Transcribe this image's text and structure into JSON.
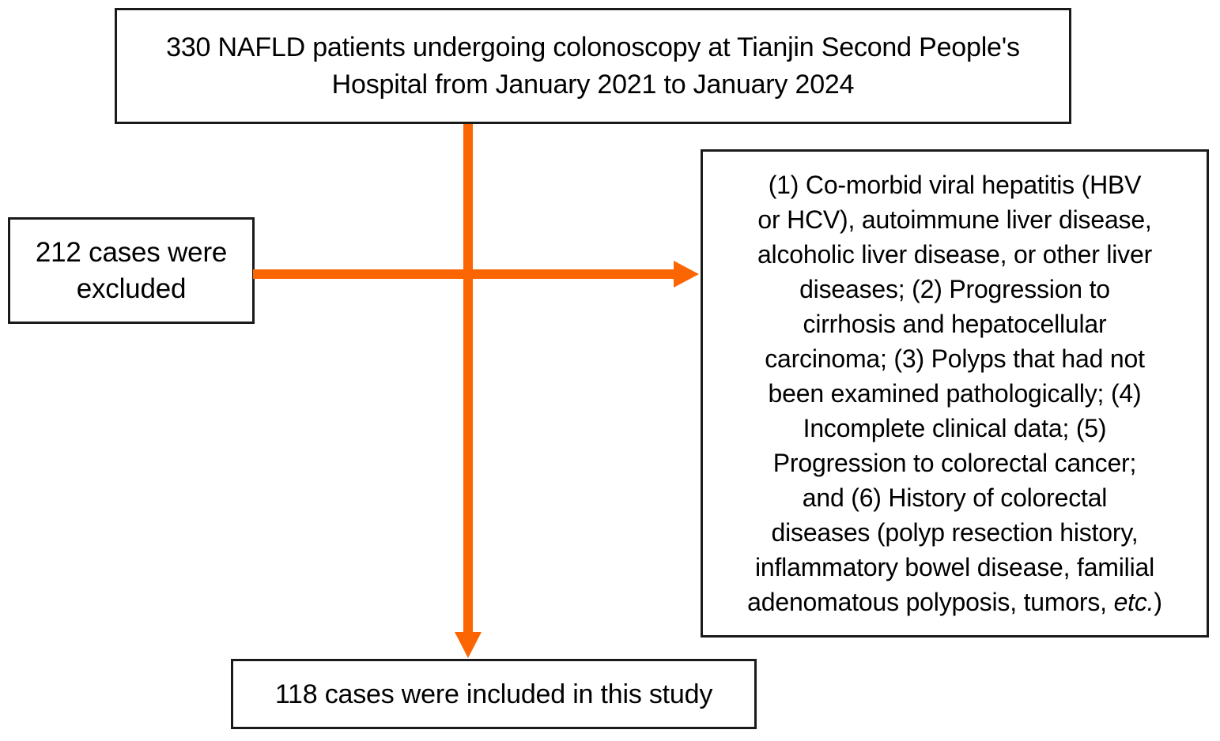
{
  "colors": {
    "arrow": "#fb6602",
    "border": "#1a1a1a",
    "background": "#ffffff",
    "text": "#000000"
  },
  "boxes": {
    "top": {
      "text": "330 NAFLD patients undergoing colonoscopy at Tianjin Second People's\nHospital from January 2021 to January 2024"
    },
    "excluded": {
      "text": "212 cases were\nexcluded"
    },
    "criteria": {
      "text_main": "(1) Co-morbid viral hepatitis (HBV\nor HCV), autoimmune liver disease,\nalcoholic liver disease, or other liver\ndiseases; (2) Progression to\ncirrhosis and hepatocellular\ncarcinoma; (3) Polyps that had not\nbeen examined pathologically; (4)\nIncomplete clinical data; (5)\nProgression to colorectal cancer;\nand (6) History of colorectal\ndiseases (polyp resection history,\ninflammatory bowel disease, familial\nadenomatous polyposis, tumors, ",
      "text_italic": "etc.",
      "text_suffix": ")"
    },
    "included": {
      "text": "118 cases were included in this study"
    }
  }
}
